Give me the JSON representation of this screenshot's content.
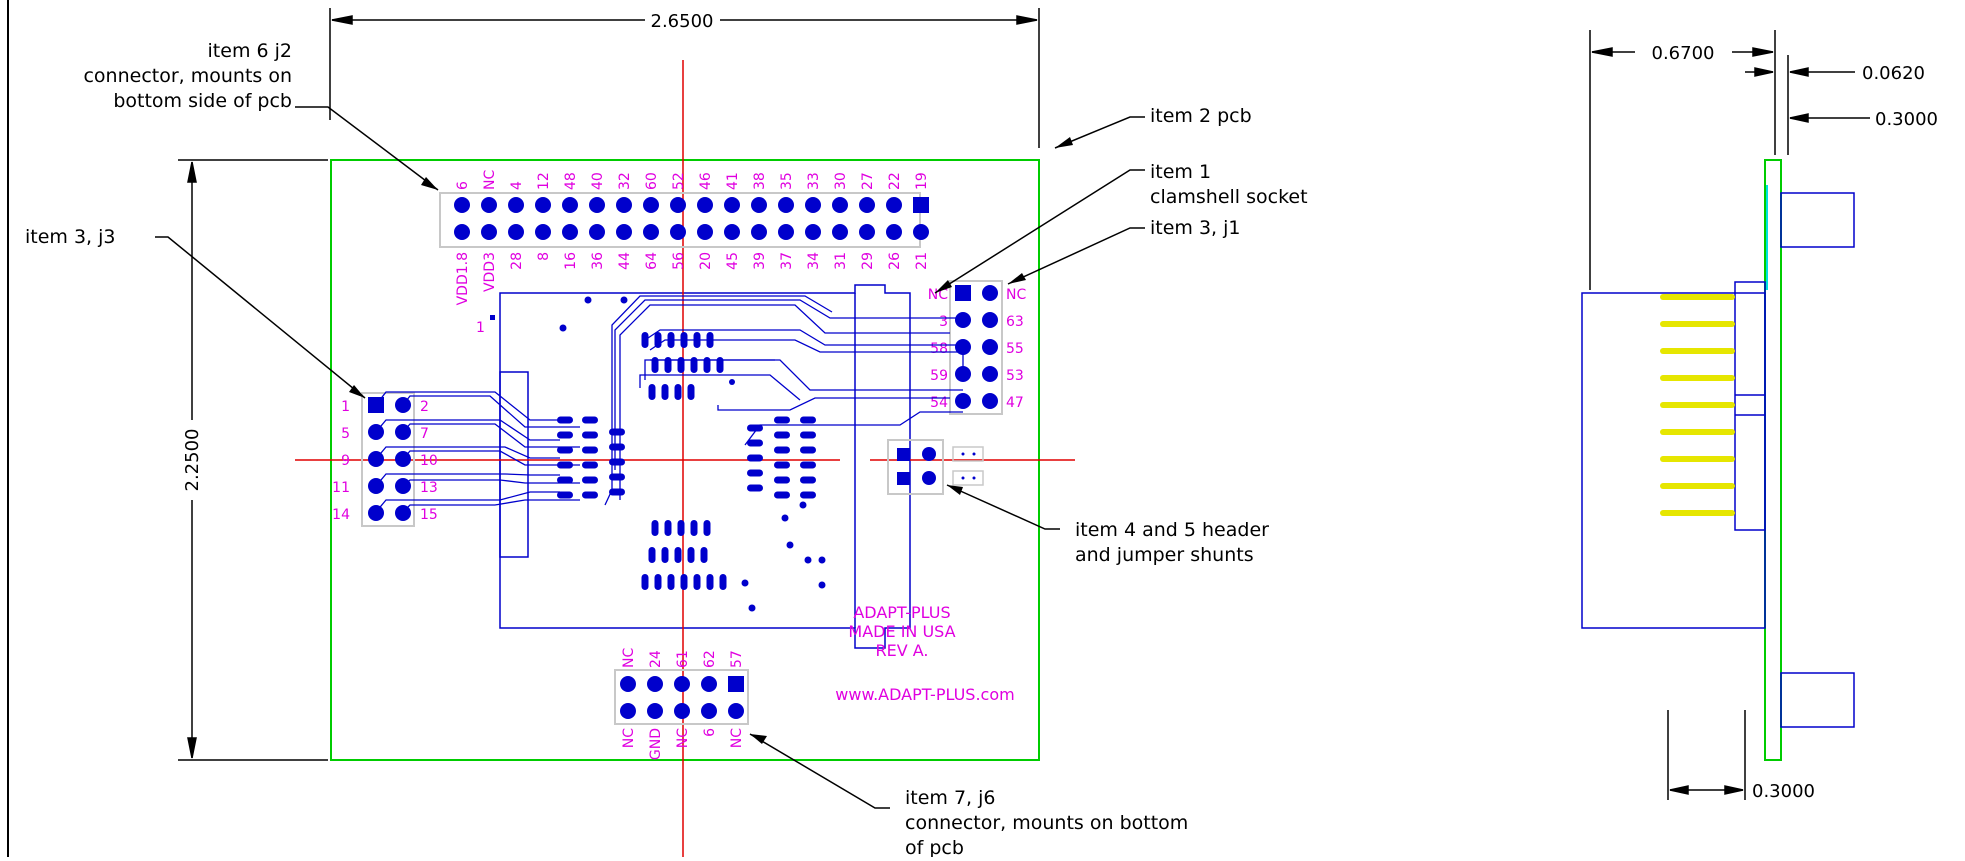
{
  "dimensions": {
    "top_width": "2.6500",
    "left_height": "2.2500",
    "side_width": "0.6700",
    "pcb_thickness": "0.0620",
    "header_height_top": "0.3000",
    "header_height_bottom": "0.3000"
  },
  "callouts": {
    "item6": [
      "item 6  j2",
      "connector, mounts on",
      "bottom side of pcb"
    ],
    "item2": "item 2  pcb",
    "item1": [
      "item 1",
      "clamshell socket"
    ],
    "item3_j1": "item 3,  j1",
    "item3_j3": "item 3,  j3",
    "item45": [
      "item 4 and 5 header",
      "and jumper shunts"
    ],
    "item7": [
      "item 7,  j6",
      "connector, mounts on bottom",
      "of pcb"
    ]
  },
  "brand": {
    "line1": "ADAPT-PLUS",
    "line2": "MADE IN USA",
    "line3": "REV A.",
    "website": "www.ADAPT-PLUS.com"
  },
  "pin_labels": {
    "j2_top": [
      "6",
      "NC",
      "4",
      "12",
      "48",
      "40",
      "32",
      "60",
      "52",
      "46",
      "41",
      "38",
      "35",
      "33",
      "30",
      "27",
      "22",
      "19"
    ],
    "j2_bottom": [
      "VDD1.8",
      "VDD3",
      "28",
      "8",
      "16",
      "36",
      "44",
      "64",
      "56",
      "20",
      "45",
      "39",
      "37",
      "34",
      "31",
      "29",
      "26",
      "21"
    ],
    "j1_left": [
      "NC",
      "3",
      "58",
      "59",
      "54"
    ],
    "j1_right": [
      "NC",
      "63",
      "55",
      "53",
      "47"
    ],
    "j3_left": [
      "1",
      "5",
      "9",
      "11",
      "14"
    ],
    "j3_right": [
      "2",
      "7",
      "10",
      "13",
      "15"
    ],
    "j6_top": [
      "NC",
      "24",
      "61",
      "62",
      "57"
    ],
    "j6_bottom": [
      "NC",
      "GND",
      "NC",
      "6",
      "NC"
    ],
    "socket_pin1": "1"
  },
  "colors": {
    "pcb_outline": "#00cc00",
    "pad": "#0000cc",
    "trace": "#0000cc",
    "label": "#e000e0",
    "centerline": "#e00000",
    "gold_pin": "#e6e600",
    "cyan": "#00e0e0"
  }
}
